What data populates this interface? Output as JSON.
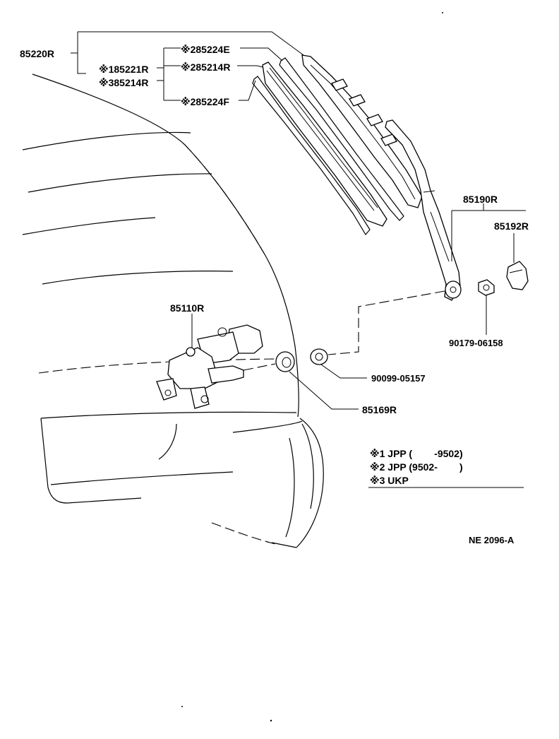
{
  "parts": {
    "p85220R": "85220R",
    "p85221R": "※185221R",
    "p85214R_3": "※385214R",
    "p85224E": "※285224E",
    "p85214R_2": "※285214R",
    "p85224F": "※285224F",
    "p85190R": "85190R",
    "p85192R": "85192R",
    "p90179": "90179-06158",
    "p85110R": "85110R",
    "p90099": "90099-05157",
    "p85169R": "85169R"
  },
  "legend": {
    "line1": "※1 JPP (        -9502)",
    "line2": "※2 JPP (9502-        )",
    "line3": "※3 UKP"
  },
  "figure_code": "NE 2096-A"
}
